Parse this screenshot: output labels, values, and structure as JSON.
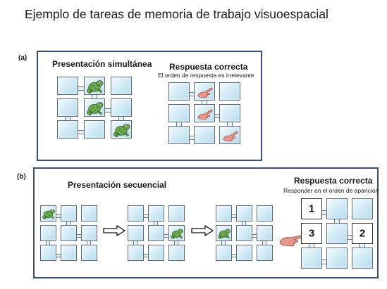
{
  "title": "Ejemplo de tareas de memoria de trabajo visuoespacial",
  "panel_a": {
    "label": "(a)",
    "left_heading": "Presentación simultánea",
    "right_heading": "Respuesta correcta",
    "right_subheading": "El orden de respuesta es irrelevante",
    "frog_positions": [
      [
        0,
        1
      ],
      [
        1,
        1
      ],
      [
        2,
        2
      ]
    ],
    "hand_positions": [
      [
        0,
        1
      ],
      [
        1,
        1
      ],
      [
        2,
        2
      ]
    ]
  },
  "panel_b": {
    "label": "(b)",
    "left_heading": "Presentación secuencial",
    "right_heading": "Respuesta correcta",
    "right_subheading": "Responder en el orden de aparición",
    "sequence": [
      {
        "frog": [
          0,
          0
        ]
      },
      {
        "frog": [
          1,
          2
        ]
      },
      {
        "frog": [
          1,
          0
        ]
      }
    ],
    "answer_numbers": [
      {
        "pos": [
          0,
          0
        ],
        "text": "1"
      },
      {
        "pos": [
          1,
          0
        ],
        "text": "3"
      },
      {
        "pos": [
          1,
          2
        ],
        "text": "2"
      }
    ]
  },
  "icons": {
    "frog": "frog-icon",
    "hand": "pointing-hand-icon",
    "arrow": "outline-arrow-icon"
  },
  "colors": {
    "panel_border": "#3a4d6e",
    "frog_fill": "#6aa84f",
    "hand_fill": "#e8968c"
  }
}
